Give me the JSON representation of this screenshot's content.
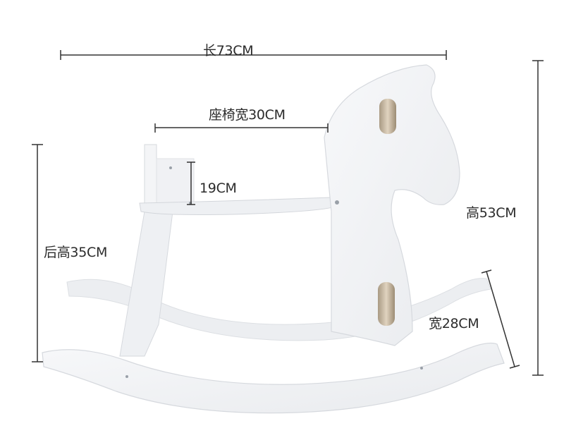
{
  "image": {
    "subject": "rocking-horse",
    "colors": {
      "product": "#f2f3f5",
      "shadow": "#dfe2e6",
      "handle": "#c8b8a0",
      "dimension_line": "#333333",
      "text": "#2b2b2b"
    }
  },
  "dimensions": {
    "length": "长73CM",
    "seat_width": "座椅宽30CM",
    "backrest_height": "19CM",
    "total_height": "高53CM",
    "rear_height": "后高35CM",
    "width": "宽28CM"
  }
}
